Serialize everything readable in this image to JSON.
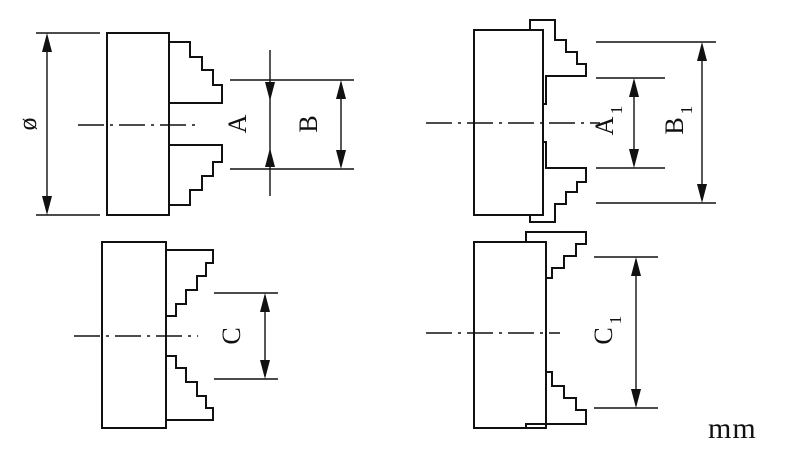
{
  "labels": {
    "diameter": "ø",
    "a": "A",
    "b": "B",
    "a1_main": "A",
    "a1_sub": "1",
    "b1_main": "B",
    "b1_sub": "1",
    "c": "C",
    "c1_main": "C",
    "c1_sub": "1",
    "unit": "mm"
  }
}
